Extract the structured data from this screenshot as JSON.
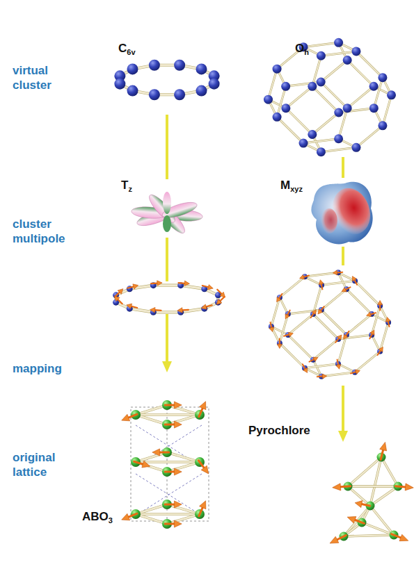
{
  "diagram": {
    "labels": [
      "C6v",
      "Oh",
      "virtual cluster",
      "Tz",
      "Mxyz",
      "cluster multipole",
      "mapping",
      "Pyrochlore",
      "original lattice",
      "ABO3"
    ]
  }
}
